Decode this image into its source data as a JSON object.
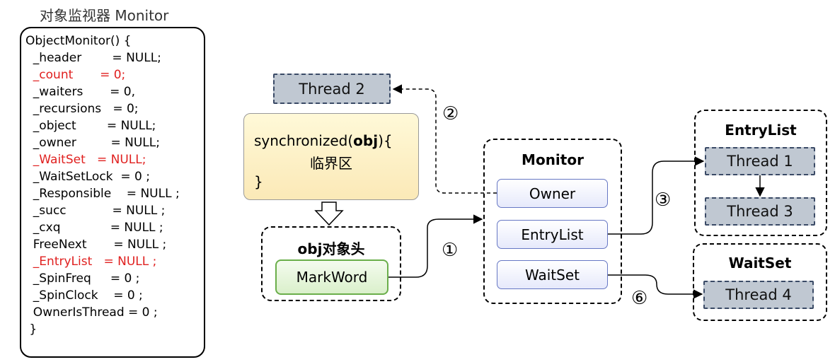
{
  "left_title": "对象监视器 Monitor",
  "code": {
    "lines": [
      {
        "text": "ObjectMonitor() {",
        "red": false
      },
      {
        "text": "  _header        = NULL;",
        "red": false
      },
      {
        "text": "  _count       = 0;",
        "red": true
      },
      {
        "text": "  _waiters       = 0,",
        "red": false
      },
      {
        "text": "  _recursions   = 0;",
        "red": false
      },
      {
        "text": "  _object        = NULL;",
        "red": false
      },
      {
        "text": "  _owner         = NULL;",
        "red": false
      },
      {
        "text": "  _WaitSet   = NULL;",
        "red": true
      },
      {
        "text": "  _WaitSetLock  = 0 ;",
        "red": false
      },
      {
        "text": "  _Responsible    = NULL ;",
        "red": false
      },
      {
        "text": "  _succ            = NULL ;",
        "red": false
      },
      {
        "text": "  _cxq             = NULL ;",
        "red": false
      },
      {
        "text": "  FreeNext       = NULL ;",
        "red": false
      },
      {
        "text": "  _EntryList   = NULL ;",
        "red": true
      },
      {
        "text": "  _SpinFreq     = 0 ;",
        "red": false
      },
      {
        "text": "  _SpinClock    = 0 ;",
        "red": false
      },
      {
        "text": "  OwnerIsThread = 0 ;",
        "red": false
      },
      {
        "text": " }",
        "red": false
      }
    ]
  },
  "thread2": "Thread 2",
  "sync_block": {
    "line1_prefix": "synchronized(",
    "line1_bold": "obj",
    "line1_suffix": "){",
    "line2": "临界区",
    "line3": "}"
  },
  "obj_header": {
    "title": "obj对象头",
    "markword": "MarkWord"
  },
  "monitor": {
    "title": "Monitor",
    "owner": "Owner",
    "entrylist": "EntryList",
    "waitset": "WaitSet"
  },
  "entrylist_group": {
    "title": "EntryList",
    "threads": [
      "Thread 1",
      "Thread 3"
    ]
  },
  "waitset_group": {
    "title": "WaitSet",
    "threads": [
      "Thread 4"
    ]
  },
  "step_labels": {
    "step1": "①",
    "step2": "②",
    "step3": "③",
    "step6": "⑥"
  }
}
